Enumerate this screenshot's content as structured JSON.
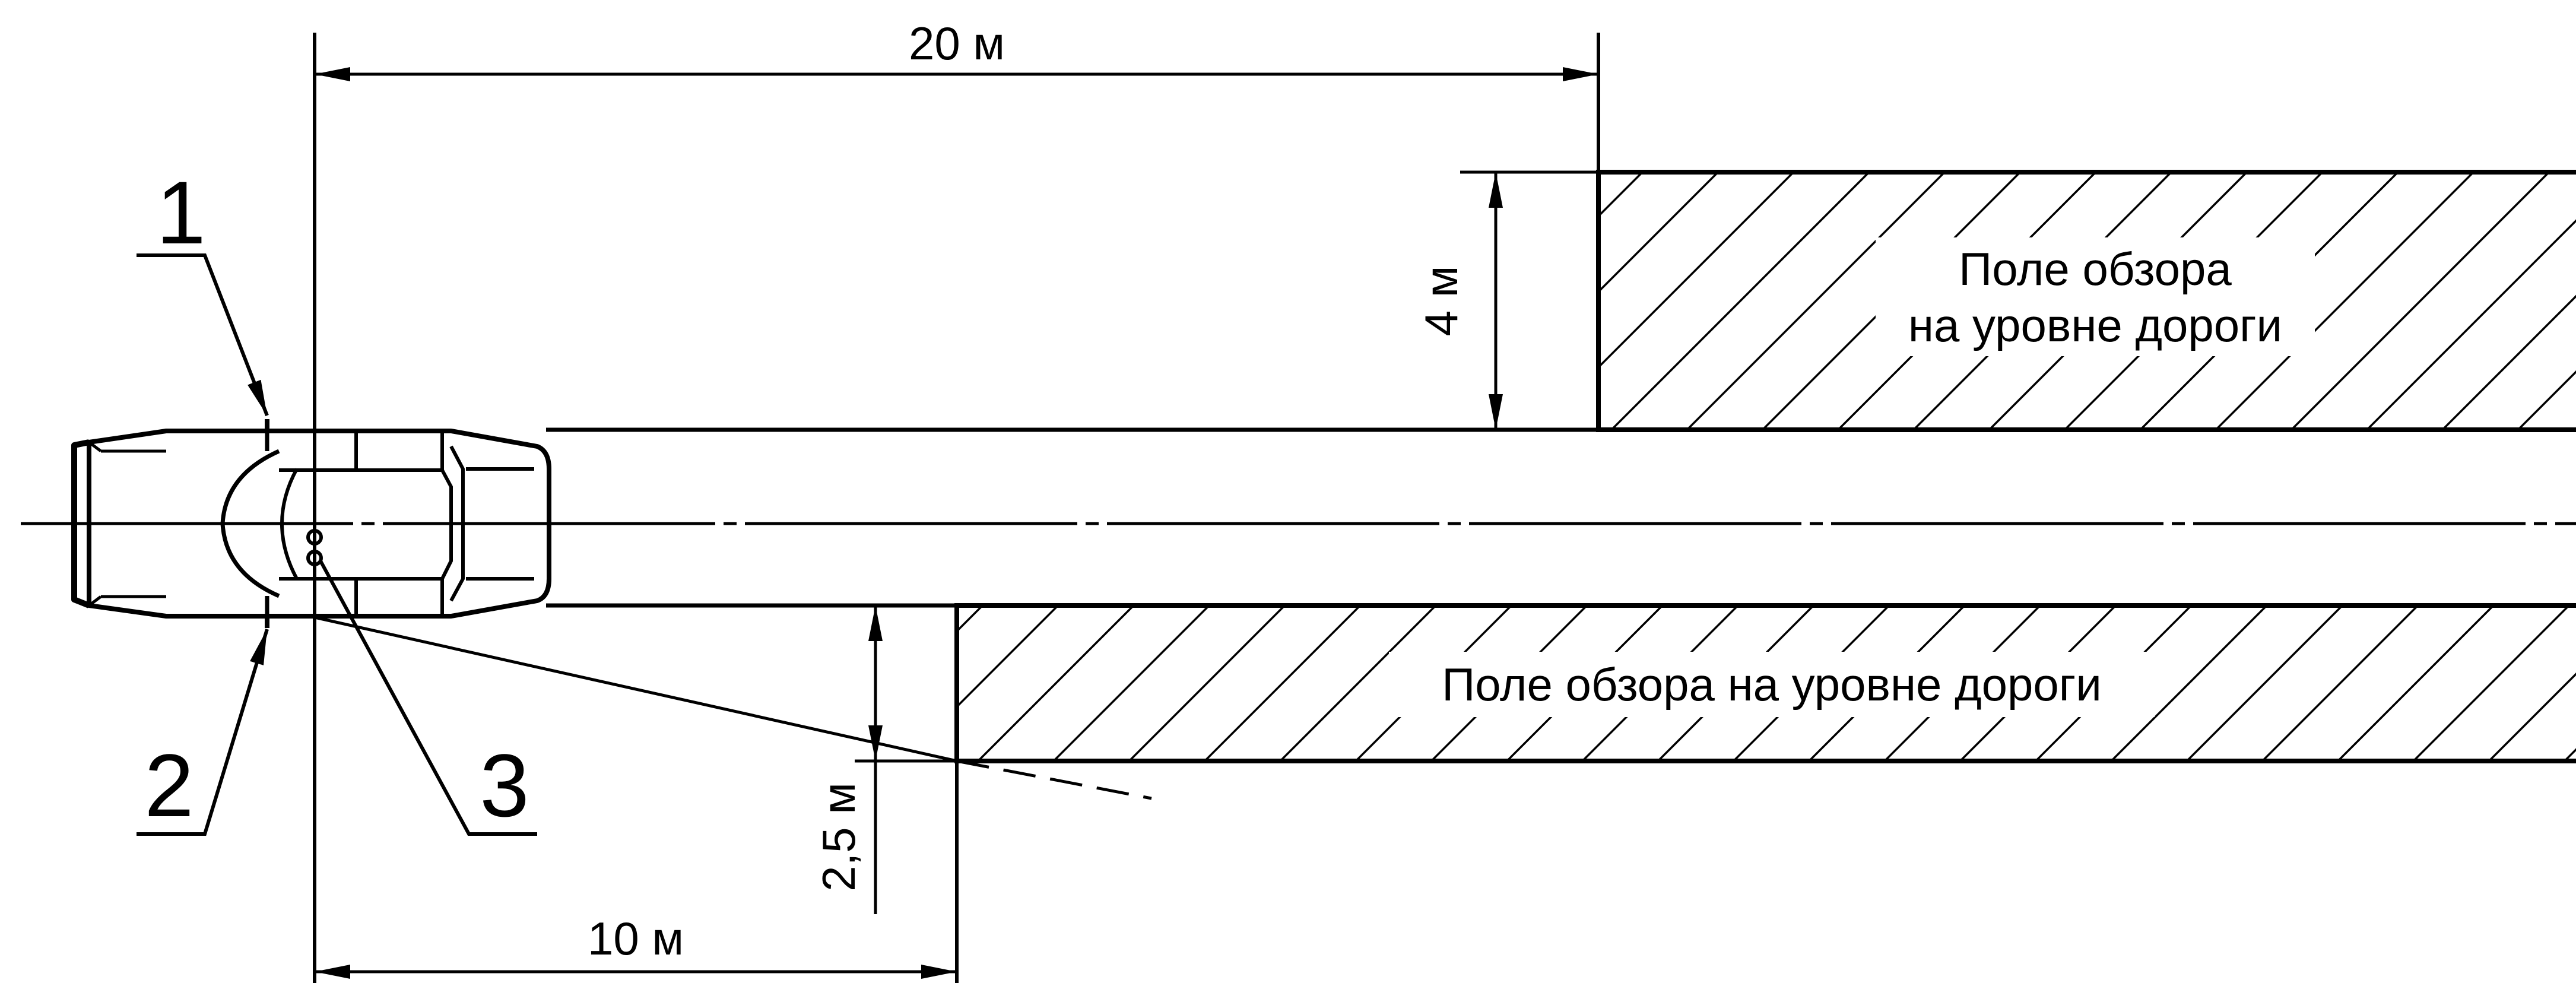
{
  "diagram": {
    "dimensions": {
      "dim_20m": "20 м",
      "dim_4m": "4 м",
      "dim_2_5m": "2,5 м",
      "dim_10m": "10 м"
    },
    "callouts": {
      "callout_1": "1",
      "callout_2": "2",
      "callout_3": "3"
    },
    "zones": {
      "upper_zone_line1": "Поле обзора",
      "upper_zone_line2": "на уровне дороги",
      "lower_zone": "Поле обзора на уровне дороги"
    },
    "colors": {
      "ink": "#000000",
      "background": "#ffffff"
    }
  }
}
